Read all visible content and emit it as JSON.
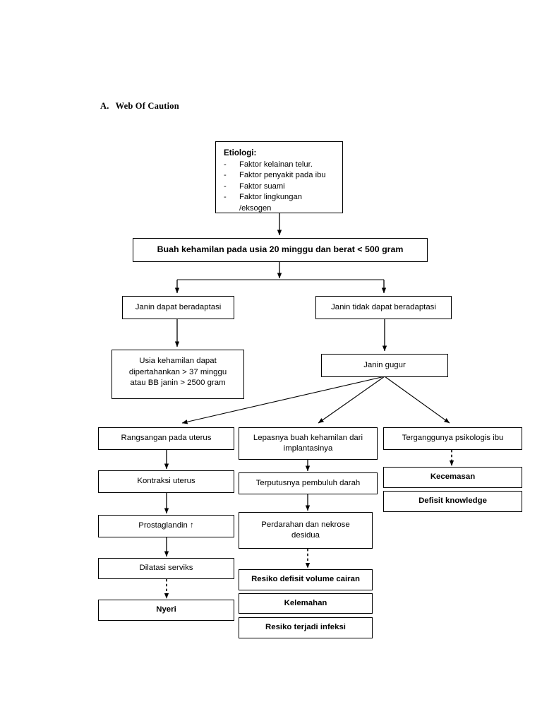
{
  "document": {
    "heading_label": "A.",
    "heading_text": "Web Of Caution"
  },
  "etiologi": {
    "title": "Etiologi:",
    "bullet": "-",
    "items": [
      "Faktor kelainan telur.",
      "Faktor penyakit pada ibu",
      "Faktor suami",
      "Faktor lingkungan"
    ],
    "continuation": "/eksogen"
  },
  "nodes": {
    "banner": "Buah kehamilan pada usia 20 minggu dan berat < 500 gram",
    "adapt_yes": "Janin dapat beradaptasi",
    "adapt_no": "Janin tidak dapat beradaptasi",
    "usia_line1": "Usia kehamilan dapat",
    "usia_line2": "dipertahankan > 37 minggu",
    "usia_line3": "atau BB janin > 2500 gram",
    "janin_gugur": "Janin gugur",
    "rangsangan": "Rangsangan pada uterus",
    "lepasnya_line1": "Lepasnya buah kehamilan dari",
    "lepasnya_line2": "implantasinya",
    "psikologis": "Terganggunya psikologis ibu",
    "kontraksi": "Kontraksi uterus",
    "terputusnya": "Terputusnya pembuluh darah",
    "kecemasan": "Kecemasan",
    "prostaglandin": "Prostaglandin ↑",
    "perdarahan_line1": "Perdarahan dan nekrose",
    "perdarahan_line2": "desidua",
    "defisit_knowledge": "Defisit knowledge",
    "dilatasi": "Dilatasi serviks",
    "resiko_cairan": "Resiko defisit volume cairan",
    "nyeri": "Nyeri",
    "kelemahan": "Kelemahan",
    "resiko_infeksi": "Resiko terjadi infeksi"
  },
  "style": {
    "line_color": "#000000",
    "box_border": "#000000",
    "page_background": "#ffffff"
  }
}
